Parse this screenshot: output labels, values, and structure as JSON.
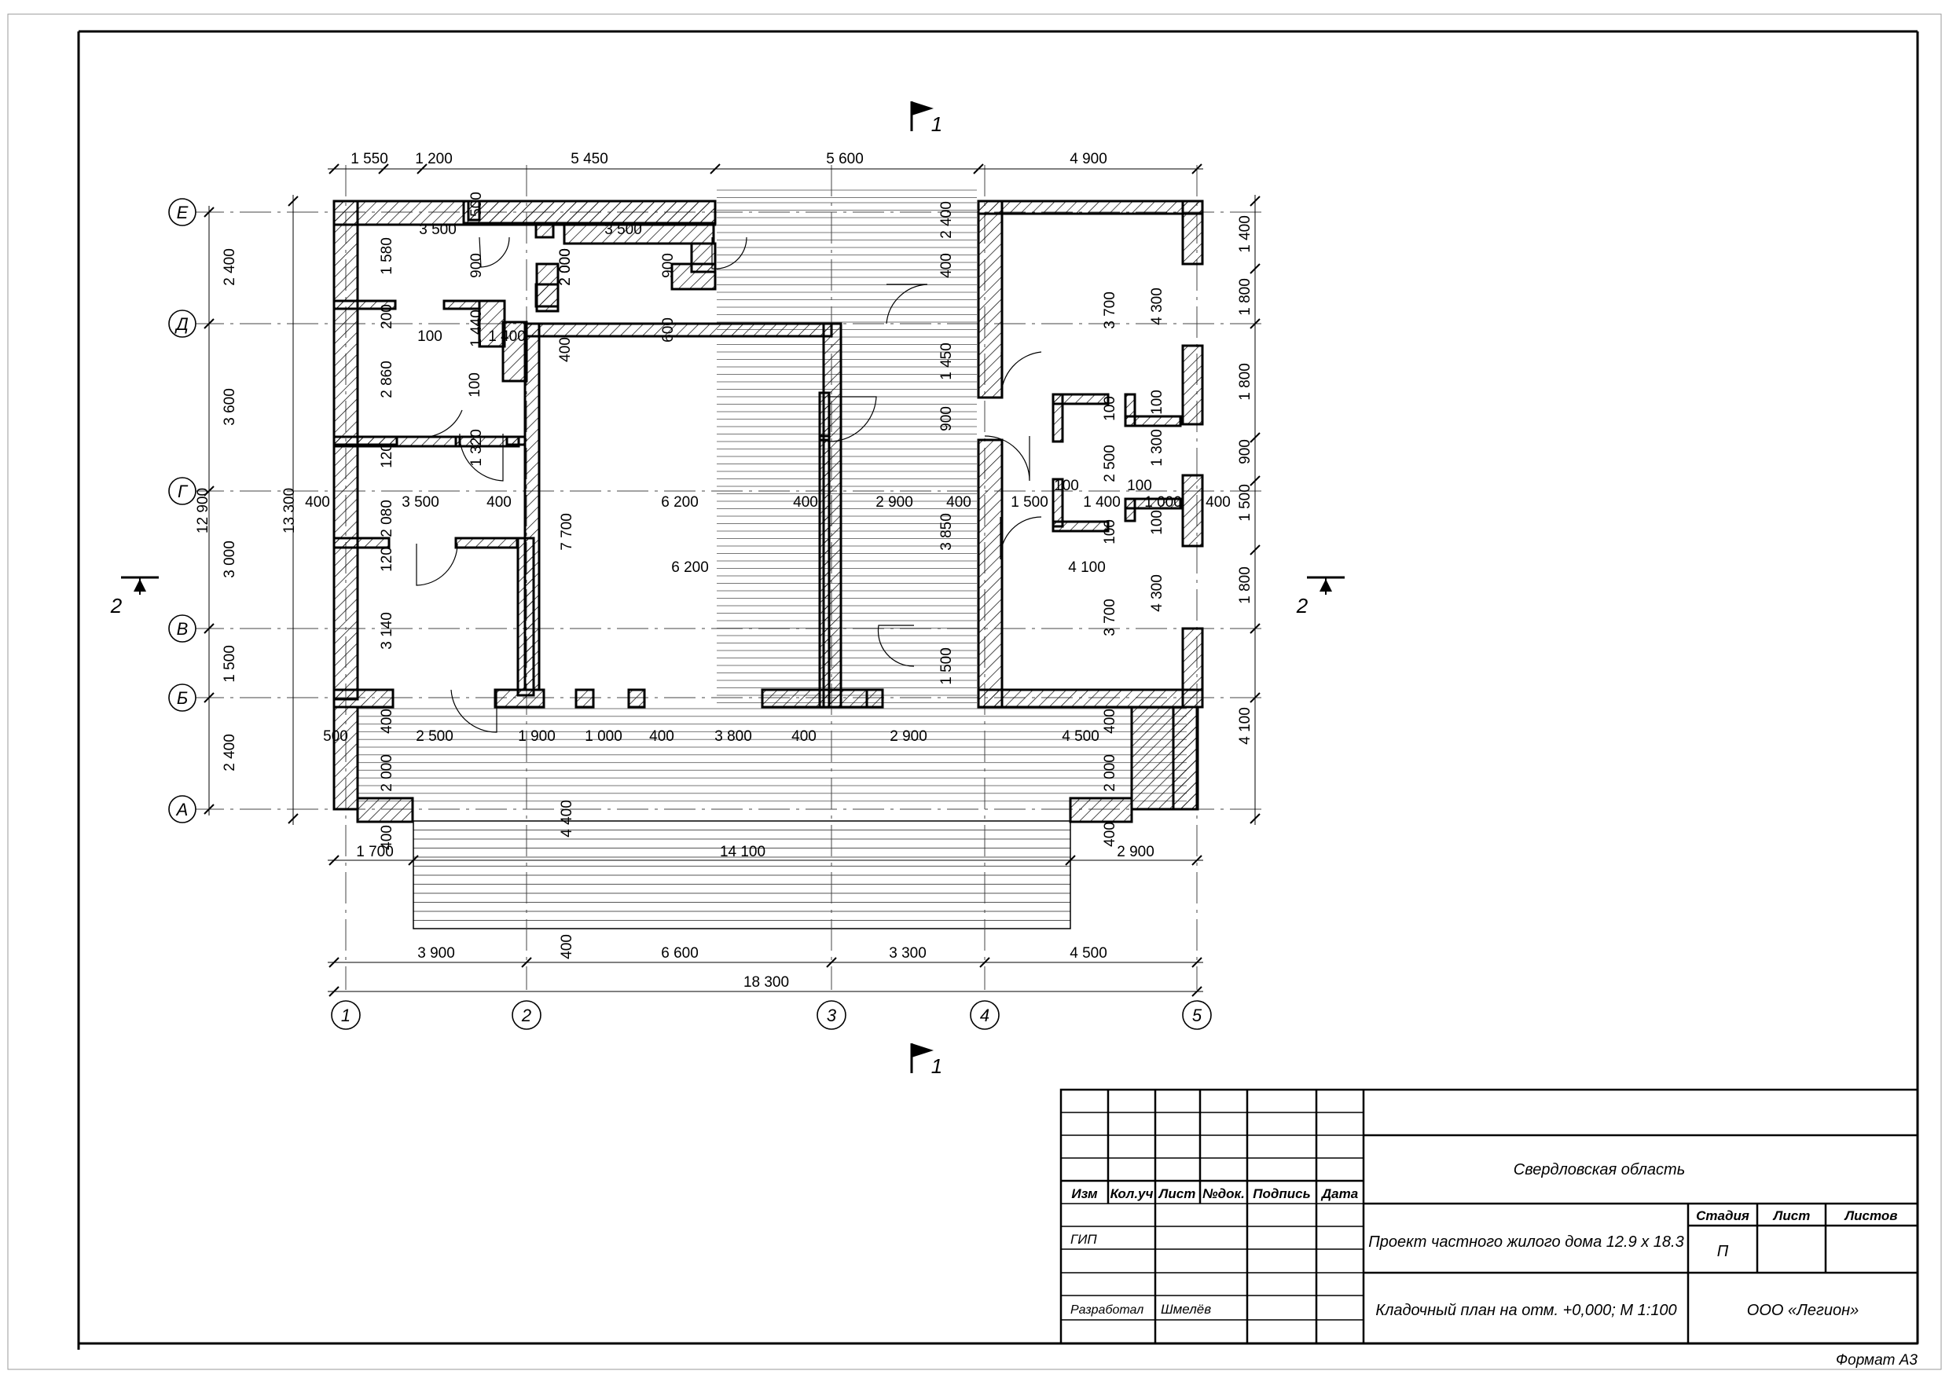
{
  "drawing": {
    "grid_rows": [
      "Е",
      "Д",
      "Г",
      "В",
      "Б",
      "А"
    ],
    "grid_cols": [
      "1",
      "2",
      "3",
      "4",
      "5"
    ],
    "section_marks": [
      "1",
      "1",
      "2",
      "2"
    ],
    "dims": {
      "top": [
        "1 550",
        "1 200",
        "5 450",
        "5 600",
        "4 900"
      ],
      "bottom_axes": [
        "3 900",
        "6 600",
        "3 300",
        "4 500"
      ],
      "bottom_total": "18 300",
      "bottom_porch": [
        "1 700",
        "14 100",
        "2 900"
      ],
      "left_axes": [
        "2 400",
        "3 600",
        "3 000",
        "1 500",
        "2 400"
      ],
      "left_total": "12 900",
      "left_overall": "13 300",
      "right": [
        "1 400",
        "1 800",
        "1 800",
        "900",
        "1 500",
        "1 800",
        "4 100"
      ],
      "row_g": [
        "400",
        "3 500",
        "400",
        "6 200",
        "400",
        "2 900",
        "400",
        "1 500",
        "1 400",
        "1 000",
        "400"
      ],
      "row_b": [
        "500",
        "2 500",
        "1 900",
        "1 000",
        "400",
        "3 800",
        "400",
        "2 900",
        "4 500"
      ],
      "inner": [
        "3 500",
        "3 500",
        "2 000",
        "100",
        "1 400",
        "6 200",
        "4 100",
        "1 580",
        "900",
        "900",
        "2 000",
        "600",
        "400",
        "2 400",
        "400",
        "3 700",
        "4 300",
        "4 300",
        "3 700",
        "2 860",
        "1 440",
        "100",
        "1 320",
        "120",
        "2 080",
        "120",
        "3 140",
        "7 700",
        "1 450",
        "900",
        "3 850",
        "1 500",
        "100",
        "100",
        "2 500",
        "1 300",
        "100",
        "100",
        "100",
        "100",
        "400",
        "2 000",
        "400",
        "2 000",
        "400",
        "4 400",
        "400",
        "200",
        "400",
        "500"
      ]
    }
  },
  "title_block": {
    "headers": [
      "Изм",
      "Кол.уч",
      "Лист",
      "№док.",
      "Подпись",
      "Дата"
    ],
    "gip": "ГИП",
    "developed": "Разработал",
    "author": "Шмелёв",
    "region": "Свердловская область",
    "project": "Проект частного жилого дома 12.9 х 18.3",
    "sheet_title": "Кладочный план на отм. +0,000; М 1:100",
    "stage_label": "Стадия",
    "sheet_label": "Лист",
    "sheets_label": "Листов",
    "stage": "П",
    "company": "ООО «Легион»",
    "format": "Формат А3"
  }
}
